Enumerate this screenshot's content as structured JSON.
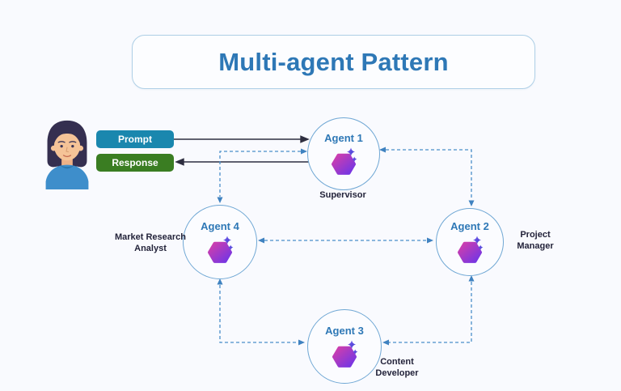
{
  "title": "Multi-agent Pattern",
  "user": {
    "prompt_label": "Prompt",
    "response_label": "Response"
  },
  "agents": [
    {
      "label": "Agent 1",
      "role": "Supervisor"
    },
    {
      "label": "Agent 2",
      "role": "Project Manager"
    },
    {
      "label": "Agent 3",
      "role": "Content Developer"
    },
    {
      "label": "Agent 4",
      "role": "Market Research Analyst"
    }
  ],
  "connections": [
    {
      "from": "User",
      "to": "Agent 1",
      "label": "Prompt",
      "style": "solid-arrow"
    },
    {
      "from": "Agent 1",
      "to": "User",
      "label": "Response",
      "style": "solid-arrow"
    },
    {
      "from": "Agent 1",
      "to": "Agent 4",
      "style": "dashed-bidirectional"
    },
    {
      "from": "Agent 1",
      "to": "Agent 2",
      "style": "dashed-bidirectional"
    },
    {
      "from": "Agent 4",
      "to": "Agent 2",
      "style": "dashed-bidirectional"
    },
    {
      "from": "Agent 4",
      "to": "Agent 3",
      "style": "dashed-bidirectional"
    },
    {
      "from": "Agent 2",
      "to": "Agent 3",
      "style": "dashed-bidirectional"
    }
  ],
  "colors": {
    "bg": "#f9fafe",
    "accent": "#2e78b6",
    "title-border": "#aecfe6",
    "circle-border": "#6fa7d4",
    "dash": "#4a8fc9",
    "dark-arrow": "#2e2e40",
    "label": "#23233a",
    "prompt": "#1a87ae",
    "response": "#3a7d22",
    "hex-pink": "#d63fa9",
    "hex-purple": "#6d35e8",
    "spark-blue": "#4f4ae0"
  }
}
